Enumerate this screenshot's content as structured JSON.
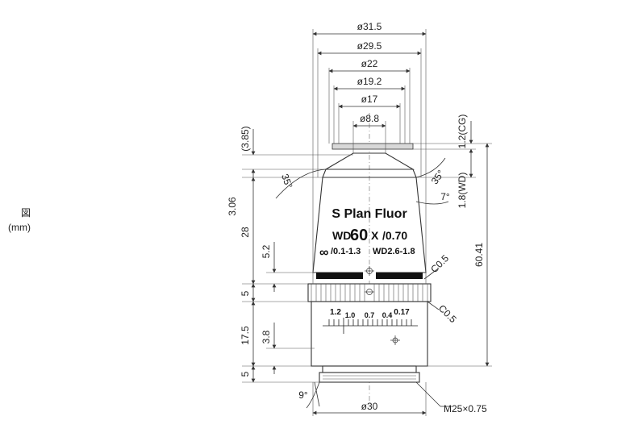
{
  "side_note": {
    "glyph": "図",
    "unit": "(mm)"
  },
  "lens": {
    "name": "S Plan Fluor",
    "wd_prefix": "WD",
    "magnification": "60",
    "mag_x": "X",
    "na": "/0.70",
    "infinity": "∞",
    "cover_range": "/0.1-1.3",
    "wd_range": "WD2.6-1.8",
    "scale_labels": [
      "1.2",
      "1.0",
      "0.7",
      "0.4",
      "0.17"
    ]
  },
  "dimensions": {
    "d31_5": "ø31.5",
    "d29_5": "ø29.5",
    "d22": "ø22",
    "d19_2": "ø19.2",
    "d17": "ø17",
    "d8_8": "ø8.8",
    "d30": "ø30",
    "thread": "M25×0.75",
    "cg": "1.2(CG)",
    "wd": "1.8(WD)",
    "total": "60.41",
    "p385": "(3.85)",
    "v306": "3.06",
    "v28": "28",
    "v5_2": "5.2",
    "v5a": "5",
    "v17_5": "17.5",
    "v3_8": "3.8",
    "v5b": "5",
    "c05a": "C0.5",
    "c05b": "C0.5",
    "a35l": "35°",
    "a35r": "35°",
    "a7": "7°",
    "a9": "9°"
  }
}
